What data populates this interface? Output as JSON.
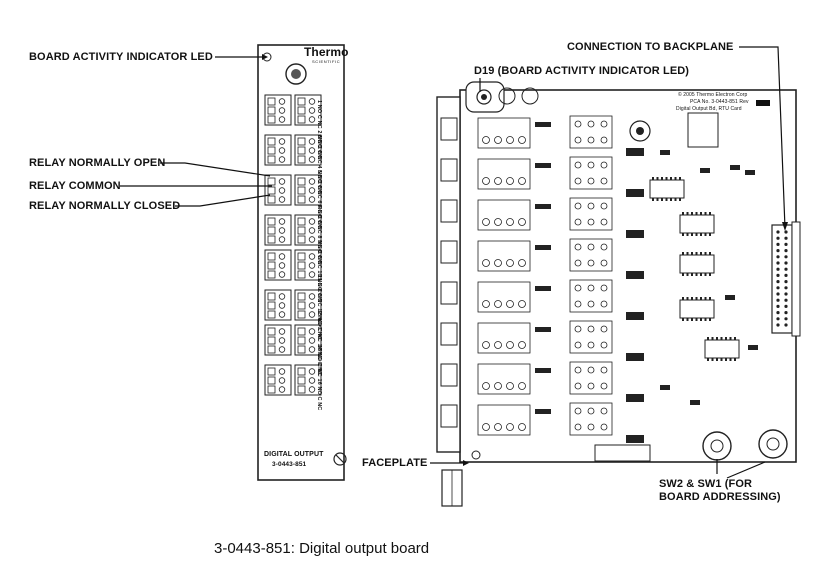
{
  "callouts": {
    "board_activity_led": "BOARD ACTIVITY INDICATOR LED",
    "relay_no": "RELAY NORMALLY OPEN",
    "relay_common": "RELAY COMMON",
    "relay_nc": "RELAY NORMALLY CLOSED",
    "d19": "D19 (BOARD ACTIVITY INDICATOR LED)",
    "backplane": "CONNECTION TO BACKPLANE",
    "faceplate": "FACEPLATE",
    "switches_line1": "SW2 & SW1 (FOR",
    "switches_line2": "BOARD ADDRESSING)"
  },
  "faceplate_panel": {
    "brand": "Thermo",
    "brand_sub": "SCIENTIFIC",
    "model_name": "DIGITAL OUTPUT",
    "model_number": "3-0443-851",
    "terminal_labels": [
      "1 NO C NC  2 NO C NC",
      "3 NO C NC  4 NO C NC",
      "5 NO C NC  6 NO C NC",
      "7 NO C NC  8 NO C NC",
      "9 NO C NC 10 NO C NC",
      "11 NO C NC 12 NO C NC",
      "13 NO C NC 14 NO C NC",
      "15 NO C NC 16 NO C NC"
    ]
  },
  "pcb": {
    "silk_1": "© 2005 Thermo Electron Corp",
    "silk_2": "PCA No. 3-0443-851 Rev",
    "silk_3": "Digital Output Bd, RTU Card"
  },
  "caption": "3-0443-851: Digital output board"
}
